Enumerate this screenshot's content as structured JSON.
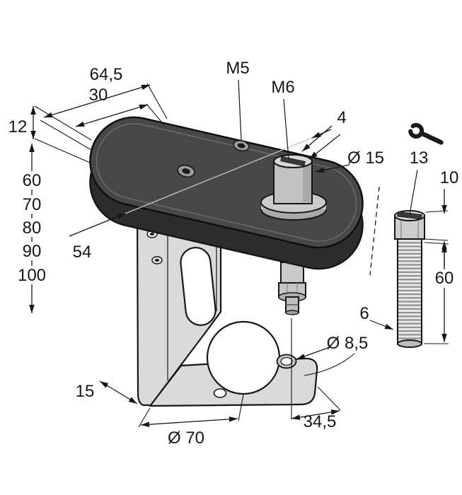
{
  "labels": {
    "m5": "M5",
    "m6": "M6",
    "dim_64_5": "64,5",
    "dim_30": "30",
    "dim_12": "12",
    "height_60": "60",
    "height_70": "70",
    "height_80": "80",
    "height_90": "90",
    "height_100": "100",
    "dim_54": "54",
    "dim_15": "15",
    "dia_70": "Ø 70",
    "dim_34_5": "34,5",
    "dia_8_5": "Ø 8,5",
    "dia_15": "Ø 15",
    "dim_4": "4",
    "dim_13": "13",
    "dim_10": "10",
    "dim_60": "60",
    "dim_6": "6"
  },
  "colors": {
    "line": "#161616",
    "plate_top": "#484848",
    "plate_side": "#2d2d2d",
    "bracket": "#dadada",
    "metal": "#c2c2c2",
    "background": "#ffffff"
  },
  "icons": {
    "wrench": "wrench-icon"
  }
}
